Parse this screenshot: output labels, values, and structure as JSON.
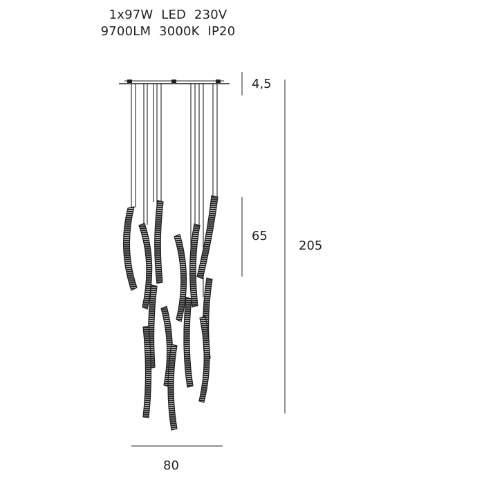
{
  "specs": {
    "line1": "1x97W  LED  230V",
    "line2": "9700LM  3000K  IP20"
  },
  "dimensions": {
    "canopy_height": "4,5",
    "pendant_length": "65",
    "total_height": "205",
    "width": "80"
  },
  "colors": {
    "line": "#231f20",
    "pendant_fill": "#2b2b2b",
    "pendant_ribs": "#bdbdbd"
  }
}
